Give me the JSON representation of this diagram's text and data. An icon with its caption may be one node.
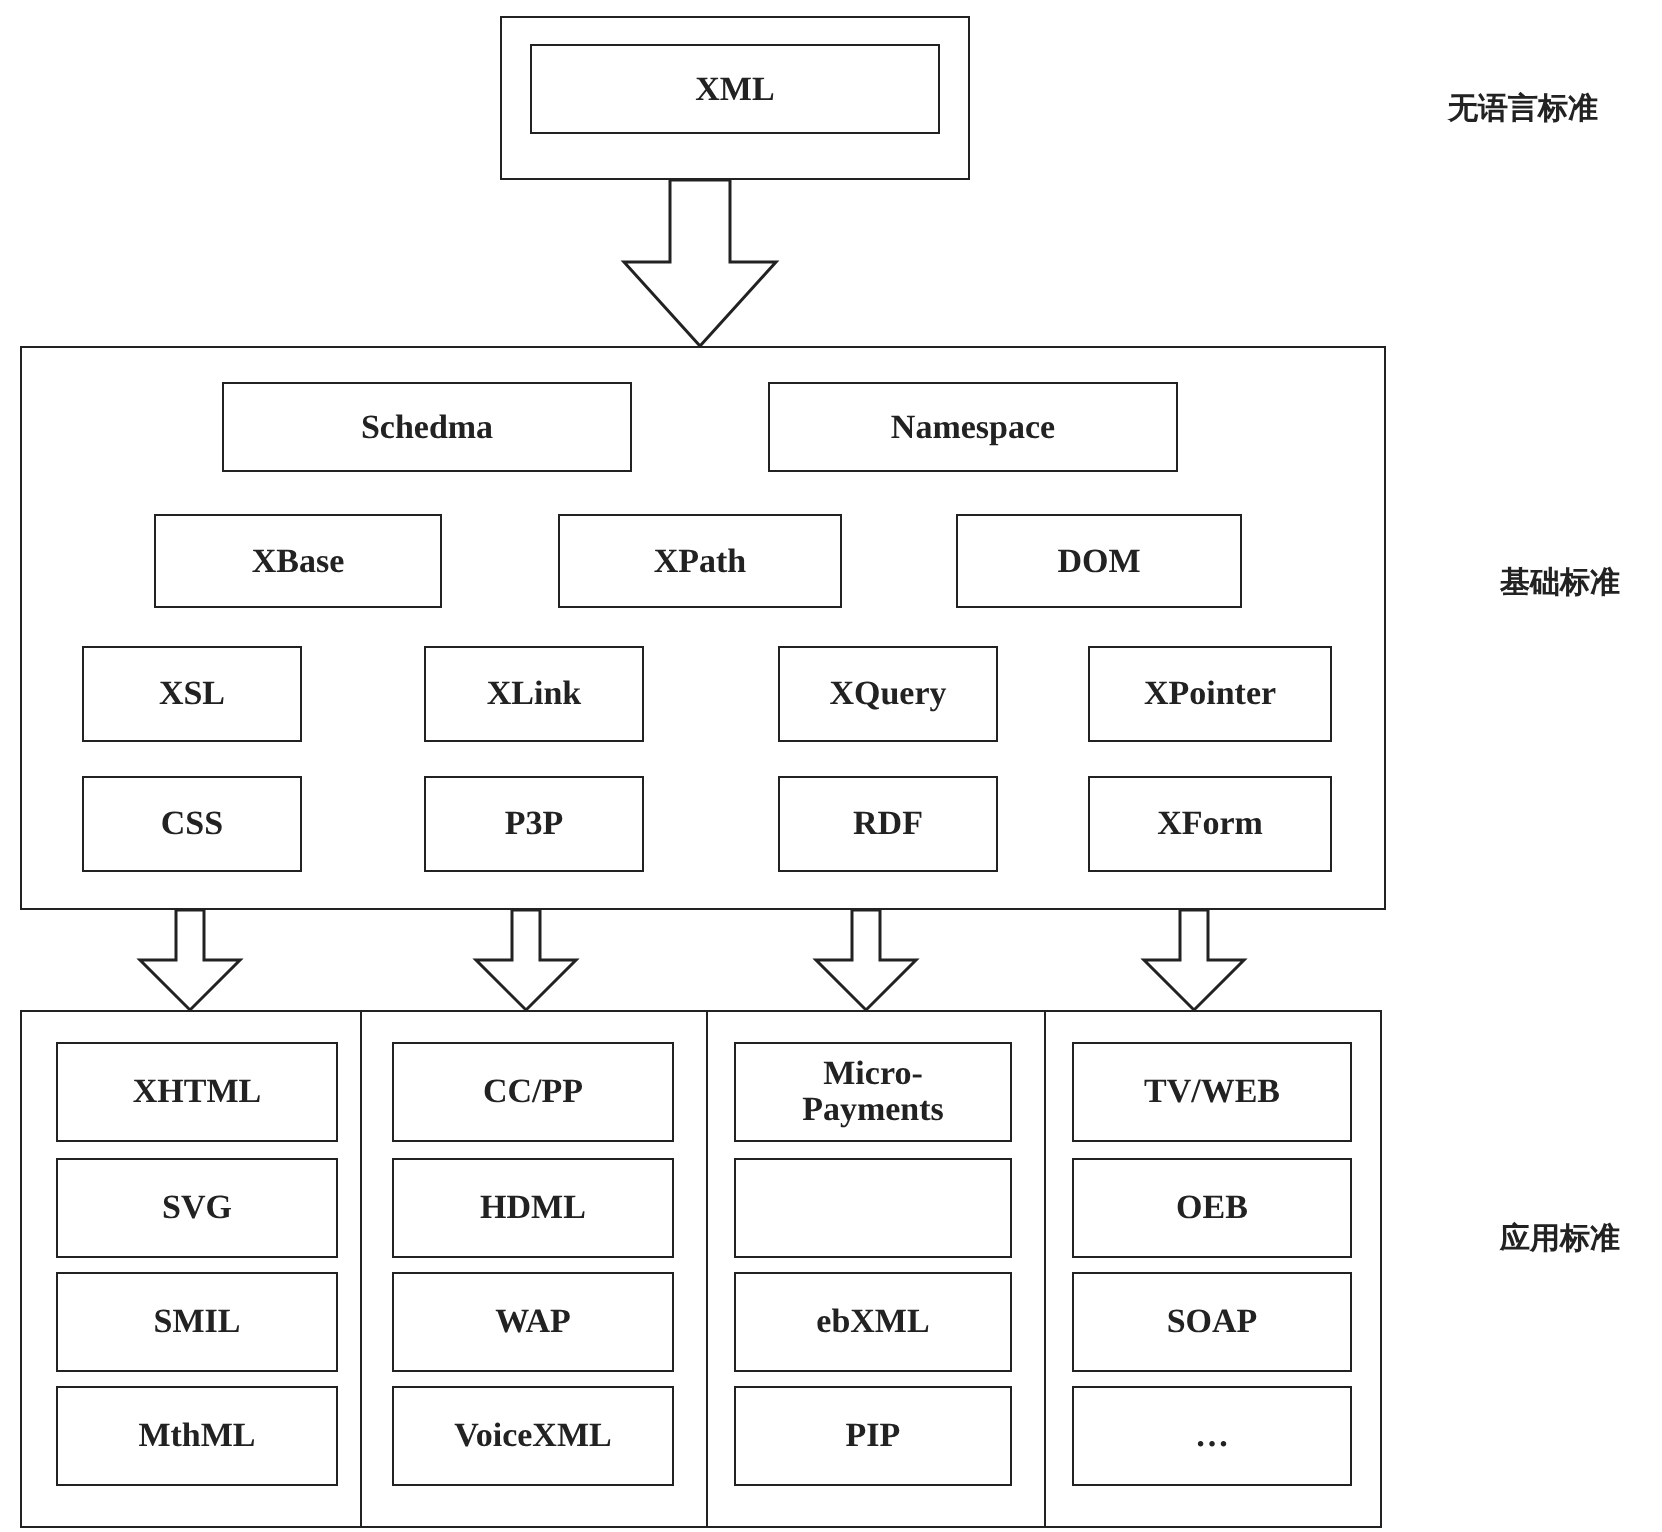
{
  "diagram": {
    "nodes": [
      {
        "text": [],
        "shape": "box"
      },
      {
        "text": [
          "XML"
        ],
        "in": 0
      },
      {
        "text": [],
        "shape": "box"
      },
      {
        "text": [
          "Schedma"
        ],
        "in": 2
      },
      {
        "text": [
          "Namespace"
        ],
        "in": 2
      },
      {
        "text": [
          "XBase"
        ],
        "in": 2
      },
      {
        "text": [
          "XPath"
        ],
        "in": 2
      },
      {
        "text": [
          "DOM"
        ],
        "in": 2
      },
      {
        "text": [
          "XSL"
        ],
        "in": 2
      },
      {
        "text": [
          "XLink"
        ],
        "in": 2
      },
      {
        "text": [
          "XQuery"
        ],
        "in": 2
      },
      {
        "text": [
          "XPointer"
        ],
        "in": 2
      },
      {
        "text": [
          "CSS"
        ],
        "in": 2
      },
      {
        "text": [
          "P3P"
        ],
        "in": 2
      },
      {
        "text": [
          "RDF"
        ],
        "in": 2
      },
      {
        "text": [
          "XForm"
        ],
        "in": 2
      },
      {
        "text": [],
        "shape": "box"
      },
      {
        "text": [
          "XHTML"
        ],
        "in": 16
      },
      {
        "text": [
          "SVG"
        ],
        "in": 16
      },
      {
        "text": [
          "SMIL"
        ],
        "in": 16
      },
      {
        "text": [
          "MthML"
        ],
        "in": 16
      },
      {
        "text": [],
        "shape": "box"
      },
      {
        "text": [
          "CC/PP"
        ],
        "in": 21
      },
      {
        "text": [
          "HDML"
        ],
        "in": 21
      },
      {
        "text": [
          "WAP"
        ],
        "in": 21
      },
      {
        "text": [
          "VoiceXML"
        ],
        "in": 21
      },
      {
        "text": [],
        "shape": "box"
      },
      {
        "text": [
          "Micro- Payments"
        ],
        "in": 26
      },
      {
        "text": [],
        "shape": "box",
        "in": 26
      },
      {
        "text": [
          "ebXML"
        ],
        "in": 26
      },
      {
        "text": [
          "PIP"
        ],
        "in": 26
      },
      {
        "text": [],
        "shape": "box"
      },
      {
        "text": [
          "TV/WEB"
        ],
        "in": 31
      },
      {
        "text": [
          "OEB"
        ],
        "in": 31
      },
      {
        "text": [
          "SOAP"
        ],
        "in": 31
      },
      {
        "text": [
          "…"
        ],
        "in": 31
      }
    ],
    "edges": [
      {
        "from": 0,
        "to": 2,
        "arrow": "to"
      },
      {
        "from": 2,
        "to": 16,
        "arrow": "to"
      },
      {
        "from": 2,
        "to": 21,
        "arrow": "to"
      },
      {
        "from": 2,
        "to": 26,
        "arrow": "to"
      },
      {
        "from": 2,
        "to": 31,
        "arrow": "to"
      }
    ],
    "labels": [
      "无语言标准",
      "基础标准",
      "应用标准"
    ]
  }
}
